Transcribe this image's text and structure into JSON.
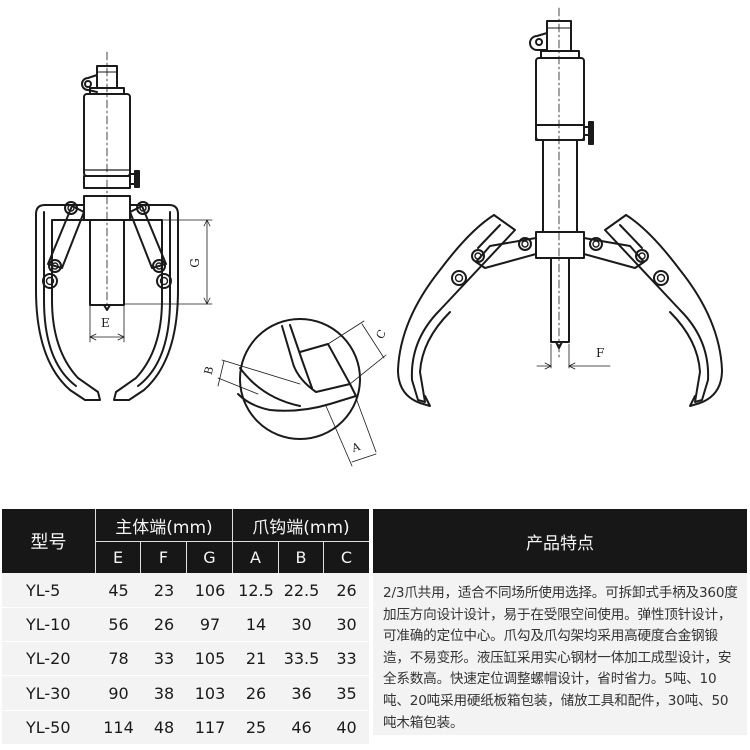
{
  "drawing": {
    "labels": {
      "E": "E",
      "F": "F",
      "G": "G",
      "A": "A",
      "B": "B",
      "C": "C"
    }
  },
  "table": {
    "model_header": "型号",
    "group_main": "主体端(mm)",
    "group_claw": "爪钩端(mm)",
    "columns": [
      "E",
      "F",
      "G",
      "A",
      "B",
      "C"
    ],
    "rows": [
      {
        "model": "YL-5",
        "values": [
          "45",
          "23",
          "106",
          "12.5",
          "22.5",
          "26"
        ]
      },
      {
        "model": "YL-10",
        "values": [
          "56",
          "26",
          "97",
          "14",
          "30",
          "30"
        ]
      },
      {
        "model": "YL-20",
        "values": [
          "78",
          "33",
          "105",
          "21",
          "33.5",
          "33"
        ]
      },
      {
        "model": "YL-30",
        "values": [
          "90",
          "38",
          "103",
          "26",
          "36",
          "35"
        ]
      },
      {
        "model": "YL-50",
        "values": [
          "114",
          "48",
          "117",
          "25",
          "46",
          "40"
        ]
      }
    ]
  },
  "features": {
    "title": "产品特点",
    "text": "2/3爪共用，适合不同场所使用选择。可拆卸式手柄及360度加压方向设计设计，易于在受限空间使用。弹性顶针设计，可准确的定位中心。爪勾及爪勾架均采用高硬度合金钢锻造，不易变形。液压缸采用实心钢材一体加工成型设计，安全系数高。快速定位调整螺帽设计，省时省力。5吨、10吨、20吨采用硬纸板箱包装，储放工具和配件，30吨、50吨木箱包装。"
  },
  "colors": {
    "header_bg": "#171717",
    "row_bg": "#f3f3f3",
    "line": "#1a1a1a"
  }
}
